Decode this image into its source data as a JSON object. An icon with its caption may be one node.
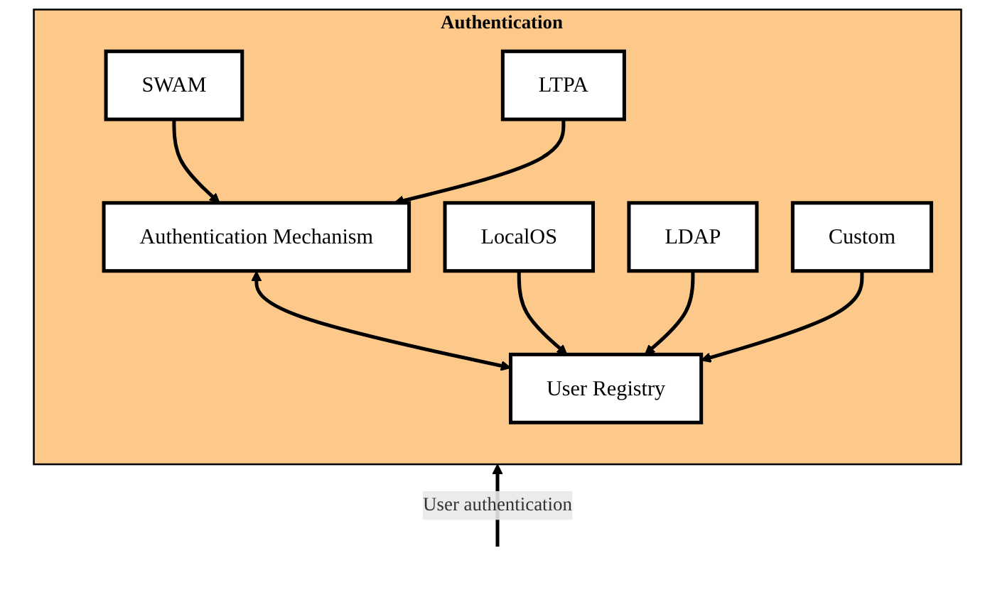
{
  "diagram": {
    "nodes": [
      {
        "text": [
          "Authentication"
        ]
      },
      {
        "text": [
          "Authentication Mechanism"
        ],
        "in": 0
      },
      {
        "text": [
          "User Registry"
        ],
        "in": 0
      },
      {
        "text": [
          "SWAM"
        ],
        "in": 0
      },
      {
        "text": [
          "LTPA"
        ],
        "in": 0
      },
      {
        "text": [
          "LocalOS"
        ],
        "in": 0
      },
      {
        "text": [
          "LDAP"
        ],
        "in": 0
      },
      {
        "text": [
          "Custom"
        ],
        "in": 0
      }
    ],
    "edges": [
      {
        "from": null,
        "to": 0,
        "arrow": "to",
        "label": "User authentication"
      },
      {
        "from": 1,
        "to": 2,
        "arrow": "both"
      },
      {
        "from": 3,
        "to": 1,
        "arrow": "to"
      },
      {
        "from": 4,
        "to": 1,
        "arrow": "to"
      },
      {
        "from": 5,
        "to": 2,
        "arrow": "to"
      },
      {
        "from": 6,
        "to": 2,
        "arrow": "to"
      },
      {
        "from": 7,
        "to": 2,
        "arrow": "to"
      }
    ]
  }
}
